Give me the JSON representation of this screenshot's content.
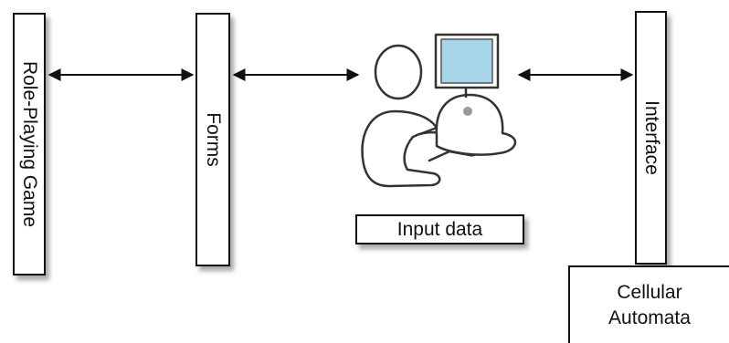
{
  "nodes": {
    "role_playing_game": "Role-Playing Game",
    "forms": "Forms",
    "interface": "Interface",
    "input_data": "Input data",
    "cellular_automata": [
      "Cellular",
      "Automata"
    ]
  },
  "edges": [
    {
      "from": "Role-Playing Game",
      "to": "Forms",
      "direction": "bidirectional"
    },
    {
      "from": "Forms",
      "to": "user-at-computer",
      "direction": "bidirectional"
    },
    {
      "from": "user-at-computer",
      "to": "Interface",
      "direction": "bidirectional"
    }
  ],
  "icons": {
    "user": "user-at-computer-icon",
    "screen_color": "#a8d4e8"
  }
}
